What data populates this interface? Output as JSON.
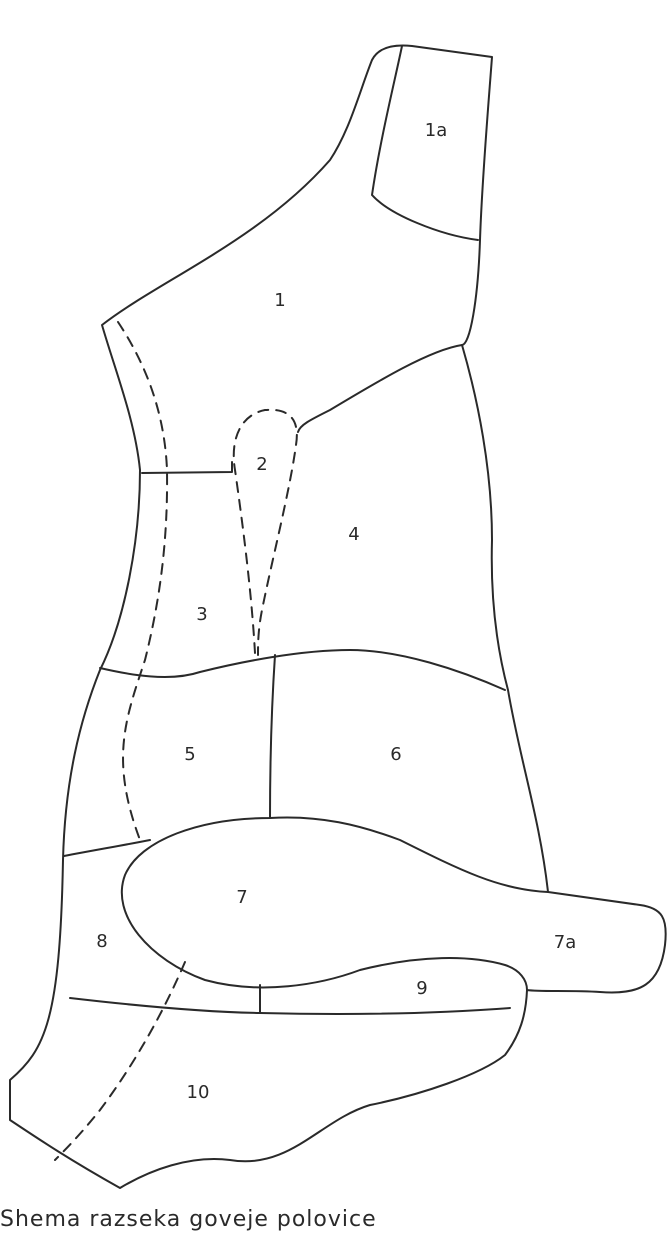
{
  "diagram": {
    "labels": {
      "r1a": "1a",
      "r1": "1",
      "r2": "2",
      "r3": "3",
      "r4": "4",
      "r5": "5",
      "r6": "6",
      "r7": "7",
      "r7a": "7a",
      "r8": "8",
      "r9": "9",
      "r10": "10"
    },
    "caption": "Shema razseka goveje polovice"
  }
}
